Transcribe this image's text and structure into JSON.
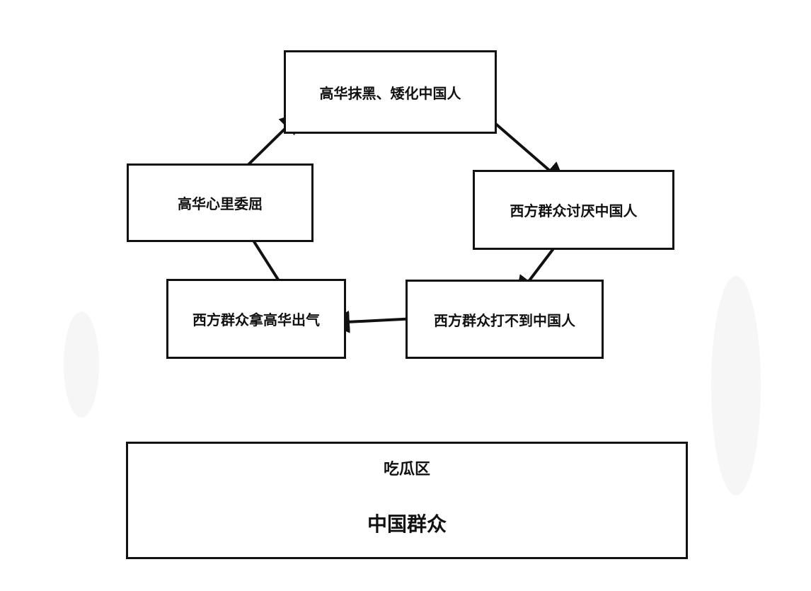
{
  "diagram": {
    "cycle": [
      {
        "id": "smear",
        "label": "高华抹黑、矮化中国人"
      },
      {
        "id": "dislike",
        "label": "西方群众讨厌中国人"
      },
      {
        "id": "cant_hit",
        "label": "西方群众打不到中国人"
      },
      {
        "id": "vent",
        "label": "西方群众拿高华出气"
      },
      {
        "id": "grievance",
        "label": "高华心里委屈"
      }
    ],
    "edges": [
      {
        "from": "smear",
        "to": "dislike"
      },
      {
        "from": "dislike",
        "to": "cant_hit"
      },
      {
        "from": "cant_hit",
        "to": "vent"
      },
      {
        "from": "vent",
        "to": "grievance"
      },
      {
        "from": "grievance",
        "to": "smear"
      }
    ],
    "bottom": {
      "title": "吃瓜区",
      "main": "中国群众"
    },
    "colors": {
      "stroke": "#111111",
      "background": "#ffffff"
    }
  }
}
